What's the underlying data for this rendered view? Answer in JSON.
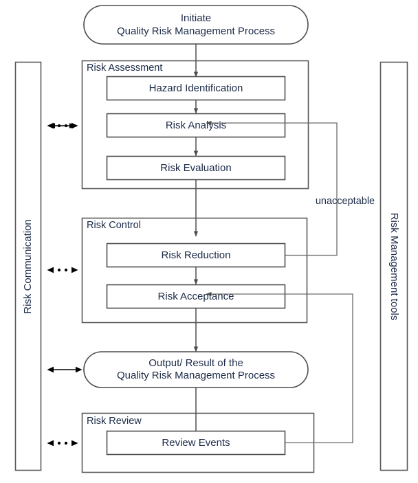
{
  "diagram": {
    "title": "Quality Risk Management Process",
    "type": "flowchart",
    "text_color": "#1b2a47",
    "stroke_color": "#4d4d4d",
    "background": "#ffffff",
    "start_node": {
      "line1": "Initiate",
      "line2": "Quality Risk Management Process"
    },
    "output_node": {
      "line1": "Output/ Result of the",
      "line2": "Quality Risk Management Process"
    },
    "groups": [
      {
        "id": "risk-assessment",
        "label": "Risk Assessment",
        "steps": [
          "Hazard Identification",
          "Risk Analysis",
          "Risk Evaluation"
        ]
      },
      {
        "id": "risk-control",
        "label": "Risk Control",
        "steps": [
          "Risk Reduction",
          "Risk Acceptance"
        ]
      },
      {
        "id": "risk-review",
        "label": "Risk Review",
        "steps": [
          "Review Events"
        ]
      }
    ],
    "steps": {
      "hazard_identification": "Hazard Identification",
      "risk_analysis": "Risk Analysis",
      "risk_evaluation": "Risk Evaluation",
      "risk_reduction": "Risk Reduction",
      "risk_acceptance": "Risk Acceptance",
      "review_events": "Review Events"
    },
    "edge_labels": {
      "unacceptable": "unacceptable"
    },
    "left_band": {
      "label": "Risk Communication",
      "orientation": "vertical-bottom-to-top"
    },
    "right_band": {
      "label": "Risk Management tools",
      "orientation": "vertical-top-to-bottom"
    }
  }
}
